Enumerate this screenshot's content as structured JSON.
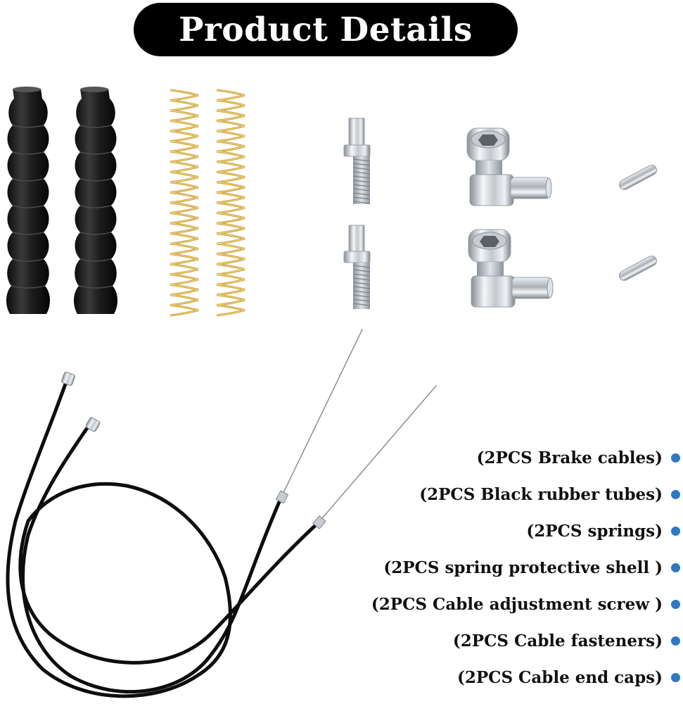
{
  "header": {
    "title": "Product Details"
  },
  "colors": {
    "bullet": "#2f78c4",
    "title_background": "#000000",
    "title_text": "#ffffff"
  },
  "illustration": {
    "parts_shown": [
      "black-rubber-tube-icon",
      "spring-icon",
      "cable-adjustment-screw-icon",
      "cable-fastener-icon",
      "cable-end-cap-icon",
      "brake-cable-icon"
    ]
  },
  "parts_list": [
    {
      "label": "(2PCS Brake cables)"
    },
    {
      "label": "(2PCS Black rubber tubes)"
    },
    {
      "label": "(2PCS springs)"
    },
    {
      "label": "(2PCS spring protective shell )"
    },
    {
      "label": "(2PCS Cable adjustment screw )"
    },
    {
      "label": "(2PCS Cable fasteners)"
    },
    {
      "label": "(2PCS Cable end caps)"
    }
  ]
}
